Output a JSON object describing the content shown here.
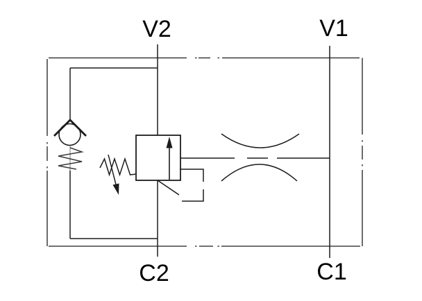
{
  "diagram": {
    "kind": "hydraulic-valve-schematic",
    "ports": {
      "v2": "V2",
      "v1": "V1",
      "c2": "C2",
      "c1": "C1"
    },
    "symbols": [
      "envelope-boundary",
      "check-valve",
      "counterbalance-relief-valve",
      "adjustable-spring",
      "pilot-line",
      "orifice-venturi"
    ]
  },
  "colors": {
    "line": "#1c1c1c",
    "text": "#000000",
    "background": "#ffffff",
    "spring_gray": "#8f8f8f"
  }
}
